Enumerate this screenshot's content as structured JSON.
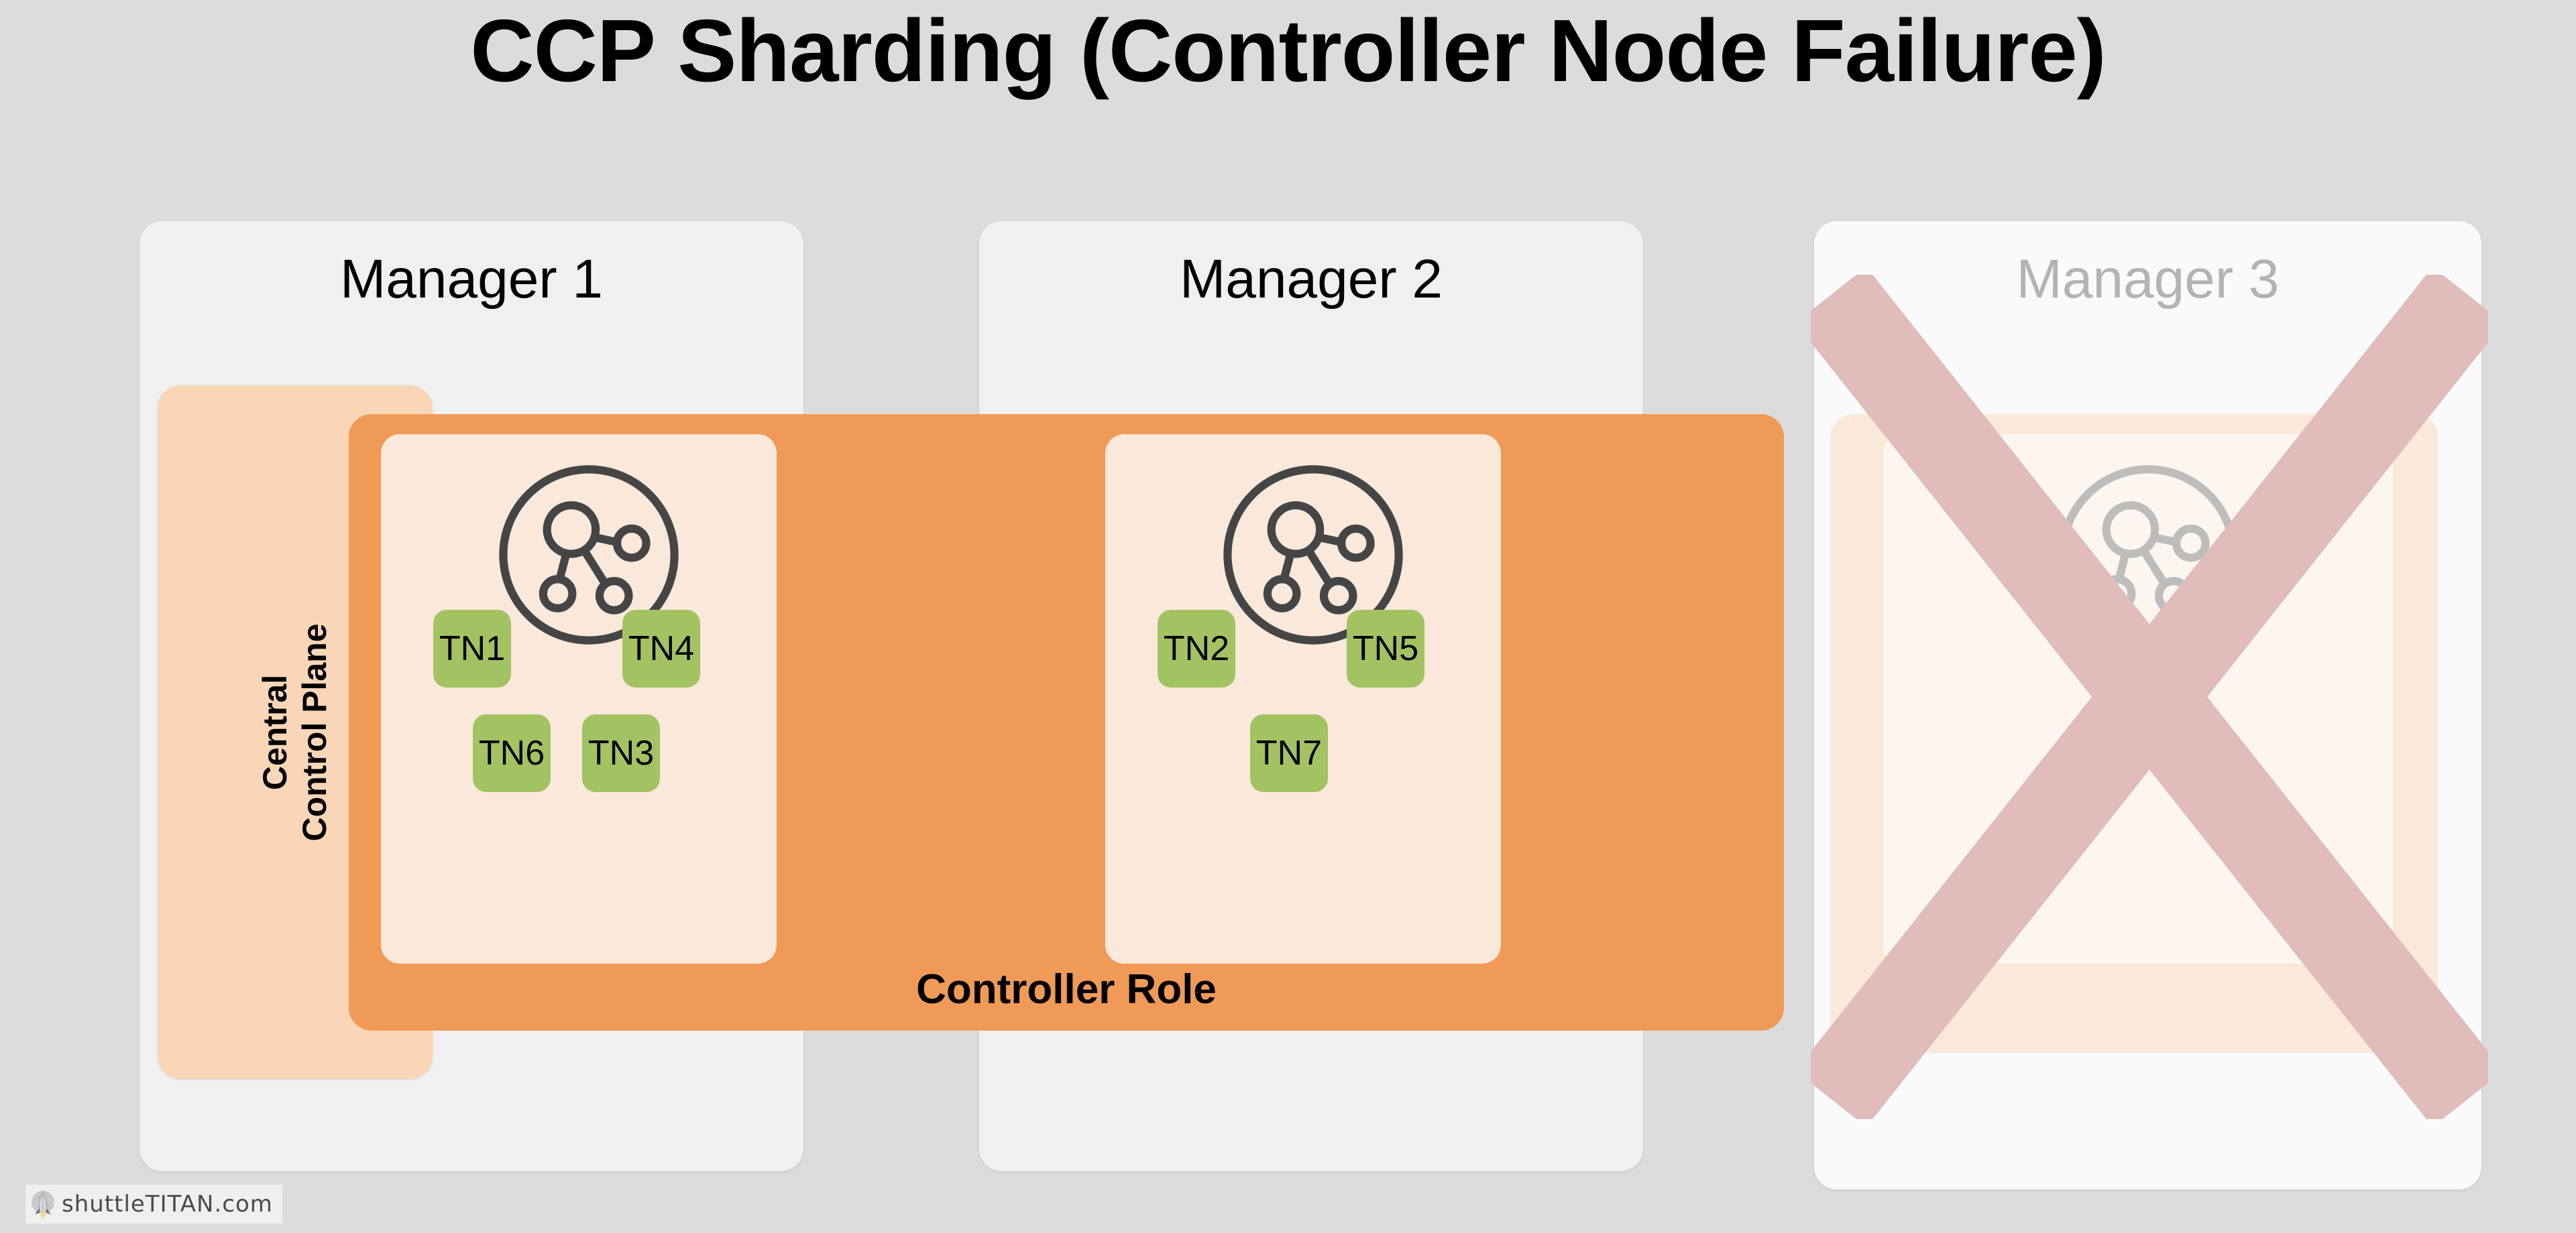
{
  "page": {
    "title": "CCP Sharding (Controller Node Failure)",
    "background_color": "#dcdcdc"
  },
  "colors": {
    "panel": "#f0f0f0",
    "panel_failed": "#fafafa",
    "ccp_box": "#f9d6b7",
    "controller_bar": "#f09a57",
    "node_card": "#fae8da",
    "transport_node": "#a3c363",
    "failure_x": "#e0bdba",
    "icon_stroke": "#454545",
    "dimmed_text": "#b3b3b3"
  },
  "central_control_plane": {
    "label_line1": "Central",
    "label_line2": "Control Plane"
  },
  "controller_role": {
    "label": "Controller Role"
  },
  "managers": [
    {
      "id": "manager-1",
      "title": "Manager 1",
      "failed": false,
      "icon": "network-topology-icon",
      "transport_nodes": [
        "TN1",
        "TN4",
        "TN6",
        "TN3"
      ]
    },
    {
      "id": "manager-2",
      "title": "Manager 2",
      "failed": false,
      "icon": "network-topology-icon",
      "transport_nodes": [
        "TN2",
        "TN5",
        "TN7"
      ]
    },
    {
      "id": "manager-3",
      "title": "Manager 3",
      "failed": true,
      "icon": "network-topology-icon",
      "transport_nodes": []
    }
  ],
  "watermark": {
    "text": "shuttleTITAN.com",
    "icon": "rocket-icon"
  }
}
